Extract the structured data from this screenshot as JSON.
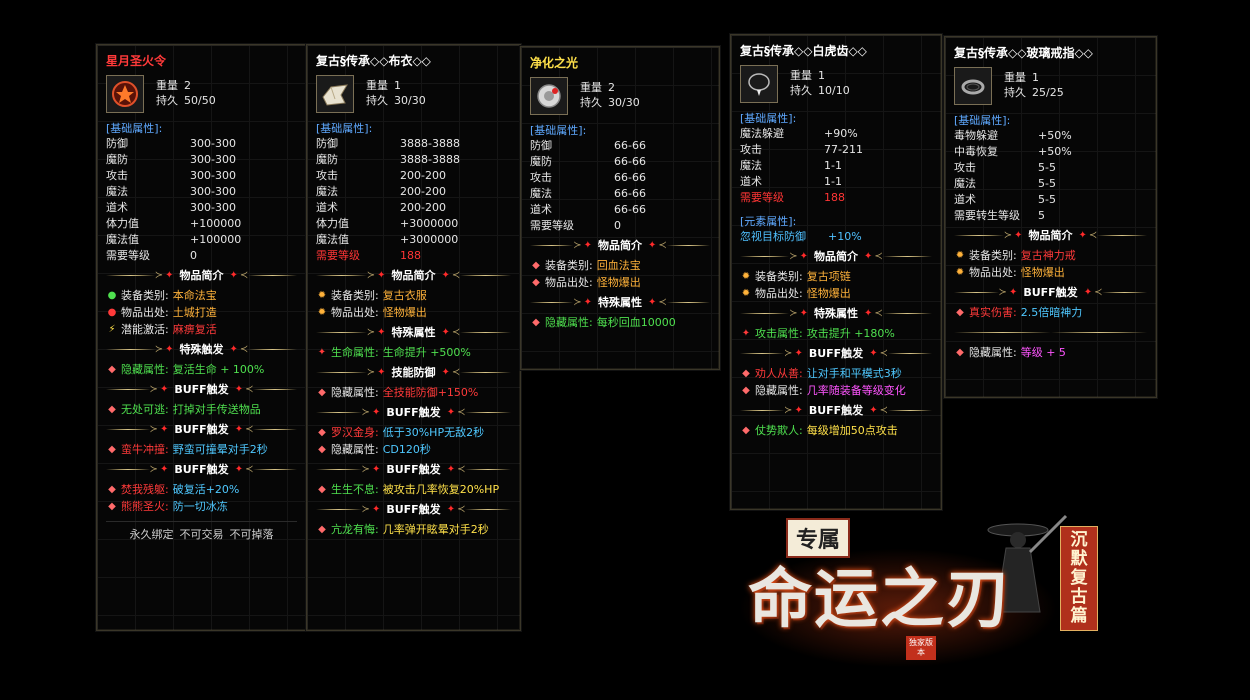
{
  "tooltips": [
    {
      "title": "星月圣火令",
      "title_color": "red",
      "icon": "fire-token-icon",
      "weight_label": "重量",
      "weight": "2",
      "dur_label": "持久",
      "dur": "50/50",
      "section": "[基础属性]:",
      "attrs": [
        {
          "k": "防御",
          "v": "300-300"
        },
        {
          "k": "魔防",
          "v": "300-300"
        },
        {
          "k": "攻击",
          "v": "300-300"
        },
        {
          "k": "魔法",
          "v": "300-300"
        },
        {
          "k": "道术",
          "v": "300-300"
        },
        {
          "k": "体力值",
          "v": "+100000"
        },
        {
          "k": "魔法值",
          "v": "+100000"
        },
        {
          "k": "需要等级",
          "v": "0"
        }
      ],
      "blocks": [
        {
          "divider": "物品简介",
          "lines": [
            {
              "g": "●",
              "gc": "c-gr",
              "k": "装备类别:",
              "v": "本命法宝",
              "vc": "c-or"
            },
            {
              "g": "●",
              "gc": "c-rd",
              "k": "物品出处:",
              "v": "土城打造",
              "vc": "c-or"
            },
            {
              "g": "⚡",
              "gc": "c-ye",
              "k": "潜能激活:",
              "v": "麻痹复活",
              "vc": "c-rd"
            }
          ]
        },
        {
          "divider": "特殊触发",
          "lines": [
            {
              "g": "◆",
              "gc": "c-pk",
              "k": "隐藏属性:",
              "v": "复活生命 + 100%",
              "vc": "c-gr",
              "kc": "c-gr"
            }
          ]
        },
        {
          "divider": "BUFF触发",
          "lines": [
            {
              "g": "◆",
              "gc": "c-pk",
              "k": "无处可逃:",
              "v": "打掉对手传送物品",
              "vc": "c-gr",
              "kc": "c-gr"
            }
          ]
        },
        {
          "divider": "BUFF触发",
          "lines": [
            {
              "g": "◆",
              "gc": "c-pk",
              "k": "蛮牛冲撞:",
              "v": "野蛮可撞晕对手2秒",
              "vc": "c-cy",
              "kc": "c-rd"
            }
          ]
        },
        {
          "divider": "BUFF触发",
          "lines": [
            {
              "g": "◆",
              "gc": "c-pk",
              "k": "焚我残躯:",
              "v": "破复活+20%",
              "vc": "c-cy",
              "kc": "c-rd"
            },
            {
              "g": "◆",
              "gc": "c-pk",
              "k": "熊熊圣火:",
              "v": "防一切冰冻",
              "vc": "c-cy",
              "kc": "c-rd"
            }
          ]
        }
      ],
      "bind": [
        "永久绑定",
        "不可交易",
        "不可掉落"
      ]
    },
    {
      "title": "复古§传承◇◇布衣◇◇",
      "title_color": "white",
      "icon": "cloth-armor-icon",
      "weight_label": "重量",
      "weight": "1",
      "dur_label": "持久",
      "dur": "30/30",
      "section": "[基础属性]:",
      "attrs": [
        {
          "k": "防御",
          "v": "3888-3888"
        },
        {
          "k": "魔防",
          "v": "3888-3888"
        },
        {
          "k": "攻击",
          "v": "200-200"
        },
        {
          "k": "魔法",
          "v": "200-200"
        },
        {
          "k": "道术",
          "v": "200-200"
        },
        {
          "k": "体力值",
          "v": "+3000000"
        },
        {
          "k": "魔法值",
          "v": "+3000000"
        },
        {
          "k": "需要等级",
          "v": "188",
          "red": true
        }
      ],
      "blocks": [
        {
          "divider": "物品简介",
          "lines": [
            {
              "g": "✹",
              "gc": "c-or",
              "k": "装备类别:",
              "v": "复古衣服",
              "vc": "c-or"
            },
            {
              "g": "✹",
              "gc": "c-or",
              "k": "物品出处:",
              "v": "怪物爆出",
              "vc": "c-or"
            }
          ]
        },
        {
          "divider": "特殊属性",
          "lines": [
            {
              "g": "✦",
              "gc": "c-rd",
              "k": "生命属性:",
              "v": "生命提升 +500%",
              "vc": "c-gr",
              "kc": "c-gr"
            }
          ]
        },
        {
          "divider": "技能防御",
          "lines": [
            {
              "g": "◆",
              "gc": "c-pk",
              "k": "隐藏属性:",
              "v": "全技能防御+150%",
              "vc": "c-rd"
            }
          ]
        },
        {
          "divider": "BUFF触发",
          "lines": [
            {
              "g": "◆",
              "gc": "c-pk",
              "k": "罗汉金身:",
              "v": "低于30%HP无敌2秒",
              "vc": "c-cy",
              "kc": "c-rd"
            },
            {
              "g": "◆",
              "gc": "c-pk",
              "k": "隐藏属性:",
              "v": "CD120秒",
              "vc": "c-cy"
            }
          ]
        },
        {
          "divider": "BUFF触发",
          "lines": [
            {
              "g": "◆",
              "gc": "c-pk",
              "k": "生生不息:",
              "v": "被攻击几率恢复20%HP",
              "vc": "c-ye",
              "kc": "c-gr"
            }
          ]
        },
        {
          "divider": "BUFF触发",
          "lines": [
            {
              "g": "◆",
              "gc": "c-pk",
              "k": "亢龙有悔:",
              "v": "几率弹开眩晕对手2秒",
              "vc": "c-ye",
              "kc": "c-gr"
            }
          ]
        }
      ]
    },
    {
      "title": "净化之光",
      "title_color": "yellow",
      "icon": "light-orb-icon",
      "weight_label": "重量",
      "weight": "2",
      "dur_label": "持久",
      "dur": "30/30",
      "section": "[基础属性]:",
      "attrs": [
        {
          "k": "防御",
          "v": "66-66"
        },
        {
          "k": "魔防",
          "v": "66-66"
        },
        {
          "k": "攻击",
          "v": "66-66"
        },
        {
          "k": "魔法",
          "v": "66-66"
        },
        {
          "k": "道术",
          "v": "66-66"
        },
        {
          "k": "需要等级",
          "v": "0"
        }
      ],
      "blocks": [
        {
          "divider": "物品简介",
          "lines": [
            {
              "g": "◆",
              "gc": "c-pk",
              "k": "装备类别:",
              "v": "回血法宝",
              "vc": "c-or"
            },
            {
              "g": "◆",
              "gc": "c-pk",
              "k": "物品出处:",
              "v": "怪物爆出",
              "vc": "c-or"
            }
          ]
        },
        {
          "divider": "特殊属性",
          "lines": [
            {
              "g": "◆",
              "gc": "c-pk",
              "k": "隐藏属性:",
              "v": "每秒回血10000",
              "vc": "c-gr",
              "kc": "c-gr"
            }
          ]
        }
      ]
    },
    {
      "title": "复古§传承◇◇白虎齿◇◇",
      "title_color": "white",
      "icon": "tiger-necklace-icon",
      "weight_label": "重量",
      "weight": "1",
      "dur_label": "持久",
      "dur": "10/10",
      "section": "[基础属性]:",
      "attrs": [
        {
          "k": "魔法躲避",
          "v": "+90%"
        },
        {
          "k": "攻击",
          "v": "77-211"
        },
        {
          "k": "魔法",
          "v": "1-1"
        },
        {
          "k": "道术",
          "v": "1-1"
        },
        {
          "k": "需要等级",
          "v": "188",
          "red": true
        }
      ],
      "section2": "[元素属性]:",
      "attrs2": [
        {
          "k": "忽视目标防御",
          "v": "+10%"
        }
      ],
      "blocks": [
        {
          "divider": "物品简介",
          "lines": [
            {
              "g": "✹",
              "gc": "c-or",
              "k": "装备类别:",
              "v": "复古项链",
              "vc": "c-or"
            },
            {
              "g": "✹",
              "gc": "c-or",
              "k": "物品出处:",
              "v": "怪物爆出",
              "vc": "c-or"
            }
          ]
        },
        {
          "divider": "特殊属性",
          "lines": [
            {
              "g": "✦",
              "gc": "c-rd",
              "k": "攻击属性:",
              "v": "攻击提升 +180%",
              "vc": "c-gr",
              "kc": "c-gr"
            }
          ]
        },
        {
          "divider": "BUFF触发",
          "lines": [
            {
              "g": "◆",
              "gc": "c-pk",
              "k": "劝人从善:",
              "v": "让对手和平模式3秒",
              "vc": "c-cy",
              "kc": "c-rd"
            },
            {
              "g": "◆",
              "gc": "c-pk",
              "k": "隐藏属性:",
              "v": "几率随装备等级变化",
              "vc": "c-mg"
            }
          ]
        },
        {
          "divider": "BUFF触发",
          "lines": [
            {
              "g": "◆",
              "gc": "c-pk",
              "k": "仗势欺人:",
              "v": "每级增加50点攻击",
              "vc": "c-ye",
              "kc": "c-gr"
            }
          ]
        }
      ]
    },
    {
      "title": "复古§传承◇◇玻璃戒指◇◇",
      "title_color": "white",
      "icon": "glass-ring-icon",
      "weight_label": "重量",
      "weight": "1",
      "dur_label": "持久",
      "dur": "25/25",
      "section": "[基础属性]:",
      "attrs": [
        {
          "k": "毒物躲避",
          "v": "+50%"
        },
        {
          "k": "中毒恢复",
          "v": "+50%"
        },
        {
          "k": "攻击",
          "v": "5-5"
        },
        {
          "k": "魔法",
          "v": "5-5"
        },
        {
          "k": "道术",
          "v": "5-5"
        },
        {
          "k": "需要转生等级",
          "v": "5"
        }
      ],
      "blocks": [
        {
          "divider": "物品简介",
          "lines": [
            {
              "g": "✹",
              "gc": "c-or",
              "k": "装备类别:",
              "v": "复古神力戒",
              "vc": "c-rd"
            },
            {
              "g": "✹",
              "gc": "c-or",
              "k": "物品出处:",
              "v": "怪物爆出",
              "vc": "c-or"
            }
          ]
        },
        {
          "divider": "BUFF触发",
          "lines": [
            {
              "g": "◆",
              "gc": "c-pk",
              "k": "真实伤害:",
              "v": "2.5倍暗神力",
              "vc": "c-cy",
              "kc": "c-rd"
            }
          ]
        },
        {
          "divider": "",
          "lines": [
            {
              "g": "◆",
              "gc": "c-pk",
              "k": "隐藏属性:",
              "v": "等级 + 5",
              "vc": "c-mg"
            }
          ]
        }
      ]
    }
  ],
  "logo": {
    "badge": "专属",
    "main": "命运之刃",
    "seal": "沉默复古篇",
    "small": "独家版本",
    "accent": "#ff5a1a"
  }
}
